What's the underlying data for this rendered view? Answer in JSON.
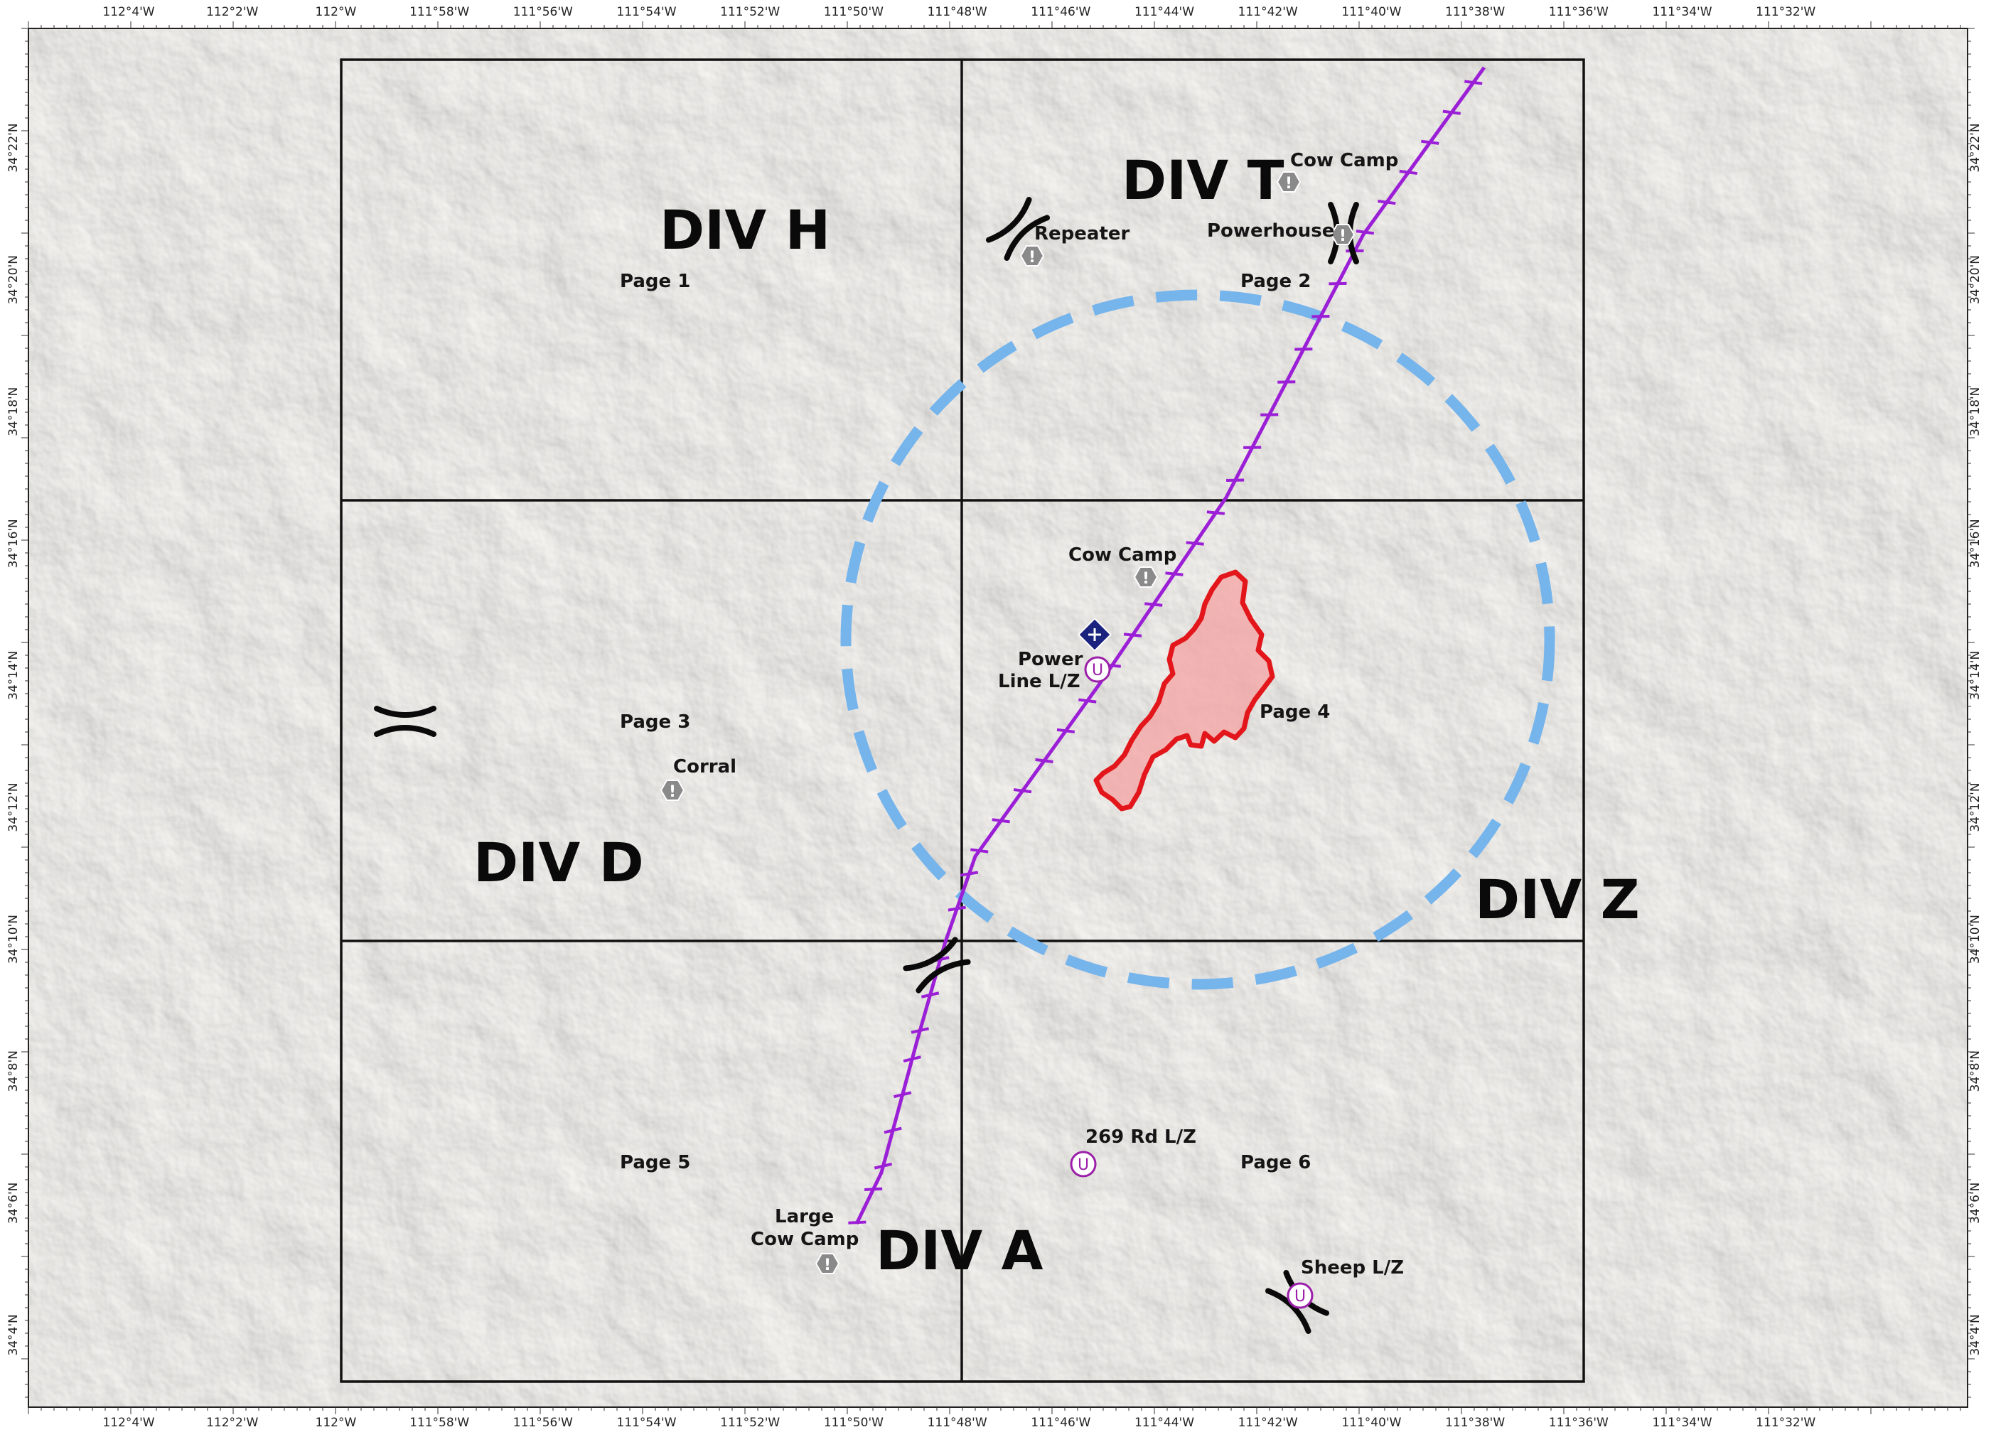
{
  "map": {
    "longitude_ticks": [
      "112°4'W",
      "112°2'W",
      "112°W",
      "111°58'W",
      "111°56'W",
      "111°54'W",
      "111°52'W",
      "111°50'W",
      "111°48'W",
      "111°46'W",
      "111°44'W",
      "111°42'W",
      "111°40'W",
      "111°38'W",
      "111°36'W",
      "111°34'W",
      "111°32'W"
    ],
    "latitude_ticks": [
      "34°22'N",
      "34°20'N",
      "34°18'N",
      "34°16'N",
      "34°14'N",
      "34°12'N",
      "34°10'N",
      "34°8'N",
      "34°6'N",
      "34°4'N"
    ],
    "divisions": [
      "DIV H",
      "DIV T",
      "DIV D",
      "DIV Z",
      "DIV A"
    ],
    "pages": [
      "Page 1",
      "Page 2",
      "Page 3",
      "Page 4",
      "Page 5",
      "Page 6"
    ],
    "features": {
      "repeater": "Repeater",
      "cow_camp_north": "Cow Camp",
      "powerhouse": "Powerhouse",
      "cow_camp_central": "Cow Camp",
      "power_line_lz": [
        "Power",
        "Line L/Z"
      ],
      "corral": "Corral",
      "rd269_lz": "269 Rd L/Z",
      "large_cow_camp": [
        "Large",
        "Cow Camp"
      ],
      "sheep_lz": "Sheep L/Z"
    },
    "colors": {
      "fire_perimeter": "#e3161b",
      "fire_fill": "#f4a3a3",
      "transmission_line": "#9b1fd6",
      "radius_circle": "#76b4ec",
      "helispot": "#9b1fa8",
      "hazard_marker": "#8a8a8a",
      "command_post": "#1a237e",
      "terrain": "#ececea"
    }
  }
}
